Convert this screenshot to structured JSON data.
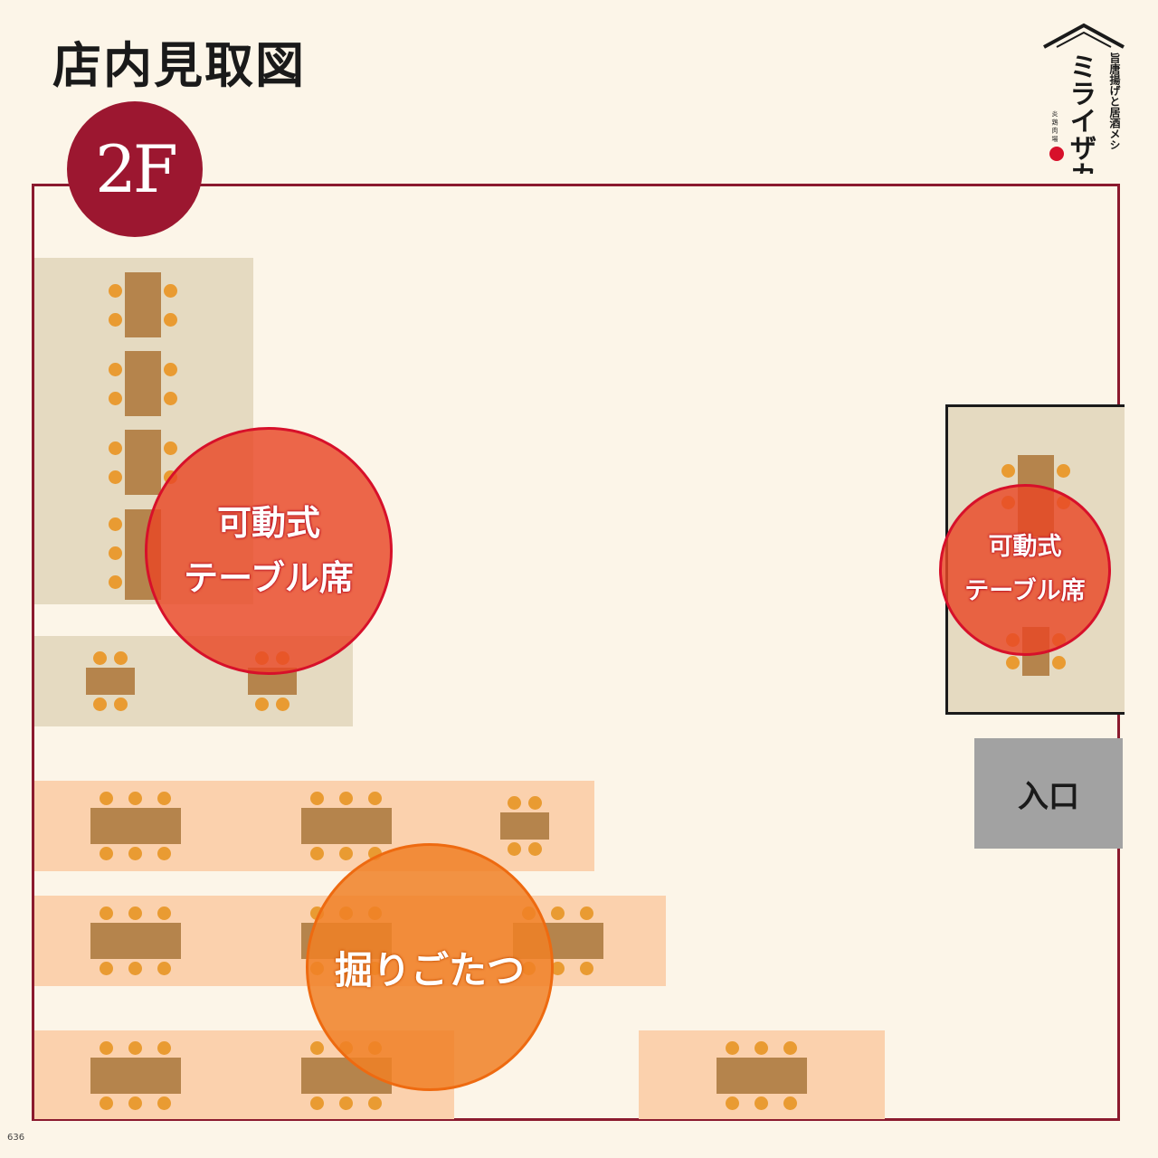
{
  "header": {
    "title": "店内見取図",
    "floor": "2F"
  },
  "logo": {
    "tagline": "旨唐揚げと居酒メシ",
    "name": "ミライザカ",
    "sub": "炎 鶏 肉 場"
  },
  "labels": {
    "movable_left_line1": "可動式",
    "movable_left_line2": "テーブル席",
    "movable_right_line1": "可動式",
    "movable_right_line2": "テーブル席",
    "horigotatsu": "掘りごたつ",
    "entrance": "入口"
  },
  "footer": {
    "code": "636"
  },
  "colors": {
    "background": "#fcf5e8",
    "wall": "#8b1a2e",
    "floor_badge": "#9c1730",
    "table_zone": "#e5dac1",
    "horigotatsu_zone": "#fbd1ad",
    "table": "#b5844c",
    "chair": "#e99b32",
    "movable_badge": "#e84726",
    "horigotatsu_badge": "#f08026",
    "entrance": "#a2a2a2"
  }
}
